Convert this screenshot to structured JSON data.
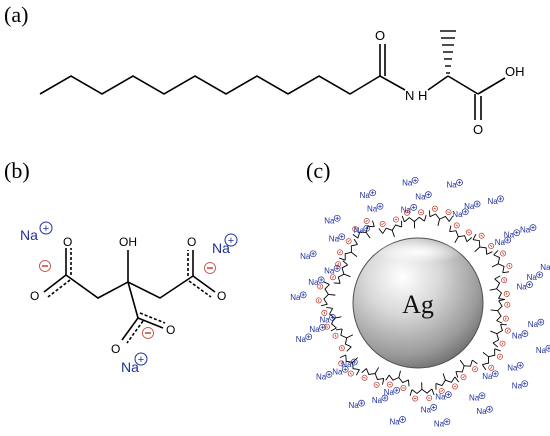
{
  "panels": {
    "a": {
      "label": "(a)",
      "atoms": {
        "o_amide": "O",
        "nh": "N",
        "h": "H",
        "oh": "OH",
        "o_acid": "O"
      }
    },
    "b": {
      "label": "(b)",
      "atoms": {
        "oh": "OH",
        "o1": "O",
        "o2": "O",
        "o3": "O",
        "o4": "O",
        "o5": "O",
        "o6": "O"
      },
      "ions": {
        "na_left": "Na",
        "na_right": "Na",
        "na_bottom": "Na"
      },
      "charges": {
        "minus": "−",
        "plus": "+"
      }
    },
    "c": {
      "label": "(c)",
      "core_label": "Ag",
      "counterion": "Na"
    }
  },
  "colors": {
    "bond": "#000000",
    "sodium": "#1f2f9e",
    "negative_charge": "#c0392b",
    "positive_ring": "#1f2f9e",
    "sphere_light": "#fafafa",
    "sphere_dark": "#5e5e5e"
  }
}
